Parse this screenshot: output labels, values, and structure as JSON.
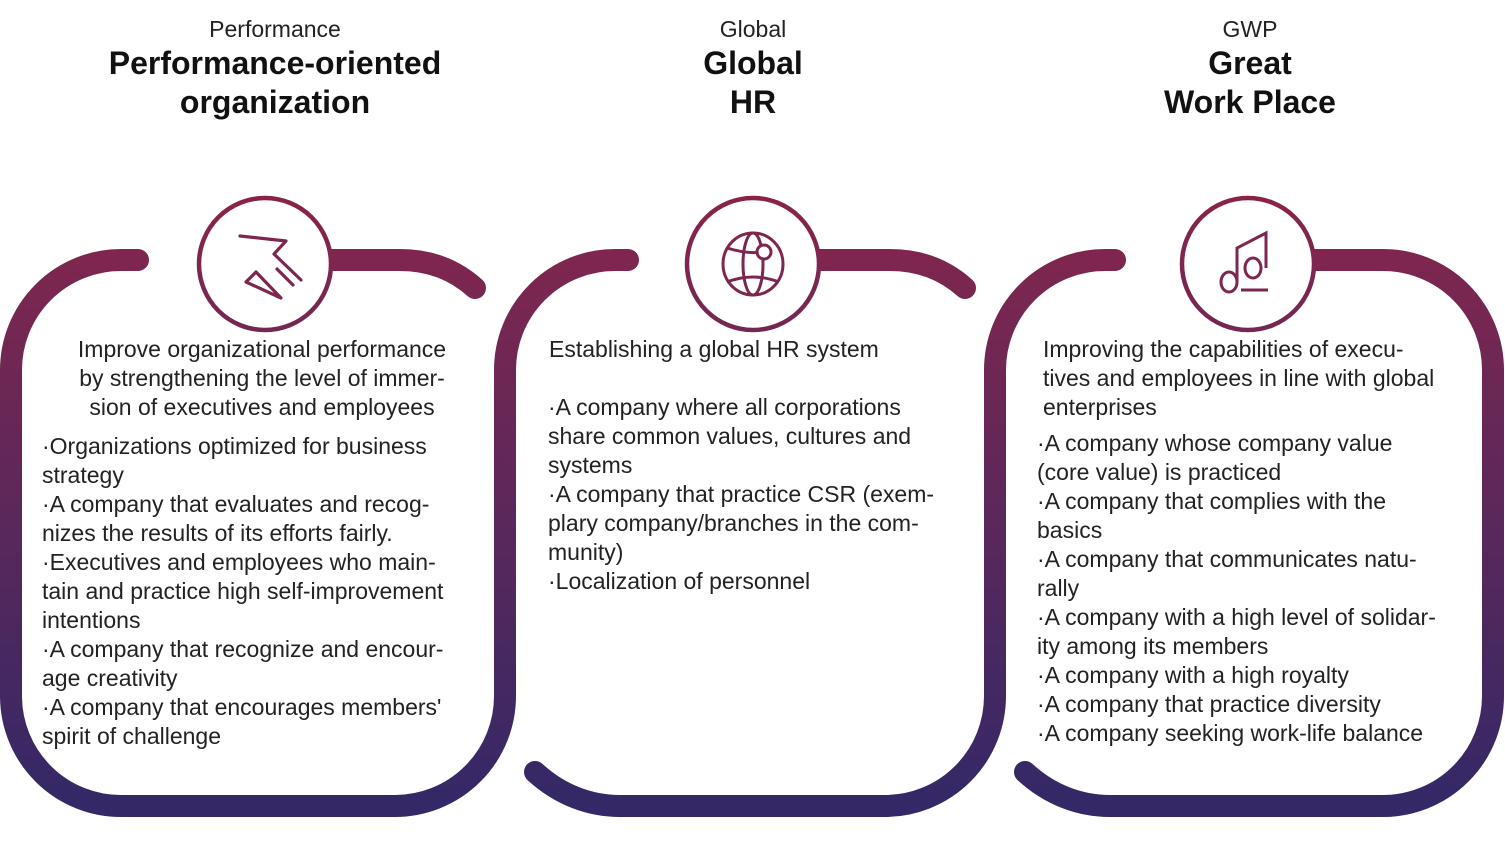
{
  "colors": {
    "top": "#8b2248",
    "mid": "#7a2750",
    "bottom": "#322868"
  },
  "columns": [
    {
      "label": "Performance",
      "title_lines": [
        "Performance-oriented",
        "organization"
      ],
      "icon": "cursor-click-icon",
      "intro_lines": [
        "Improve organizational performance",
        "by strengthening the level of immer-",
        "sion of executives and employees"
      ],
      "bullet_lines": [
        "·Organizations optimized for business",
        "strategy",
        "·A company that evaluates and recog-",
        "nizes the results of its efforts fairly.",
        "·Executives and employees who main-",
        "tain and practice high self-improvement",
        "intentions",
        "·A company that recognize and encour-",
        "age creativity",
        "·A company that encourages members'",
        "spirit of challenge"
      ]
    },
    {
      "label": "Global",
      "title_lines": [
        "Global",
        "HR"
      ],
      "icon": "globe-icon",
      "intro_lines": [
        "Establishing a global HR system"
      ],
      "bullet_lines": [
        "·A company where all corporations",
        "share common values, cultures and",
        "systems",
        "·A company that practice CSR (exem-",
        "plary company/branches in the com-",
        "munity)",
        "·Localization of personnel"
      ]
    },
    {
      "label": "GWP",
      "title_lines": [
        "Great",
        "Work Place"
      ],
      "icon": "music-note-icon",
      "intro_lines": [
        "Improving the capabilities of execu-",
        "tives and employees in line with global",
        "enterprises"
      ],
      "bullet_lines": [
        "·A company whose company value",
        "(core value) is practiced",
        "·A company that complies with the",
        "basics",
        "·A company that communicates natu-",
        "rally",
        "·A company with a high level of solidar-",
        "ity among its members",
        "·A company with a high royalty",
        "·A company that practice diversity",
        "·A company seeking work-life balance"
      ]
    }
  ]
}
